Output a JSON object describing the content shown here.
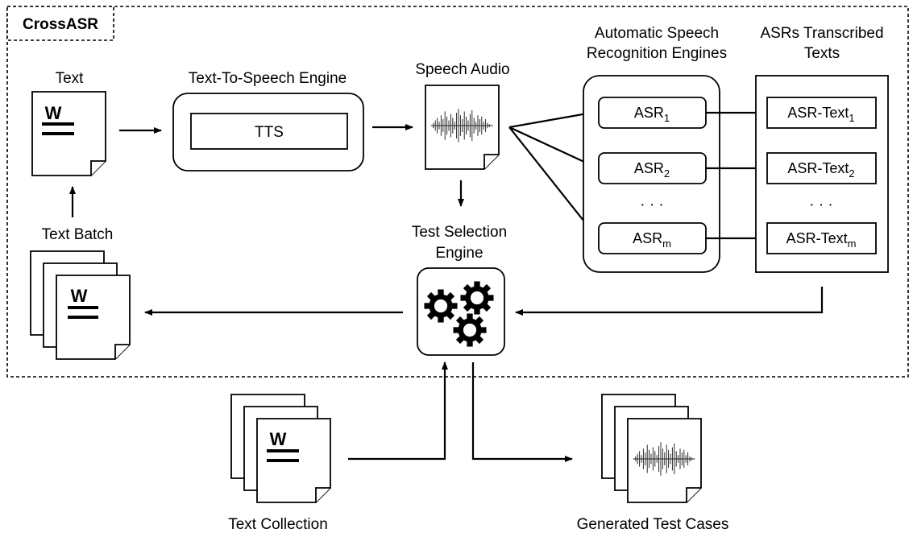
{
  "frame": {
    "title": "CrossASR"
  },
  "labels": {
    "text": "Text",
    "tts_engine": "Text-To-Speech Engine",
    "tts": "TTS",
    "speech_audio": "Speech Audio",
    "asr_engines_line1": "Automatic Speech",
    "asr_engines_line2": "Recognition Engines",
    "transcribed_line1": "ASRs Transcribed",
    "transcribed_line2": "Texts",
    "text_batch": "Text Batch",
    "test_selection_line1": "Test Selection",
    "test_selection_line2": "Engine",
    "text_collection": "Text Collection",
    "generated_test_cases": "Generated Test Cases",
    "ellipsis": "· · ·"
  },
  "asr_items": [
    {
      "base": "ASR",
      "sub": "1"
    },
    {
      "base": "ASR",
      "sub": "2"
    },
    {
      "base": "ASR",
      "sub": "m"
    }
  ],
  "asr_text_items": [
    {
      "base": "ASR-Text",
      "sub": "1"
    },
    {
      "base": "ASR-Text",
      "sub": "2"
    },
    {
      "base": "ASR-Text",
      "sub": "m"
    }
  ],
  "doc_glyph": "W",
  "icons": [
    "document-icon",
    "document-stack-icon",
    "waveform-icon",
    "gears-icon"
  ],
  "colors": {
    "stroke": "#000000",
    "background": "#ffffff"
  }
}
